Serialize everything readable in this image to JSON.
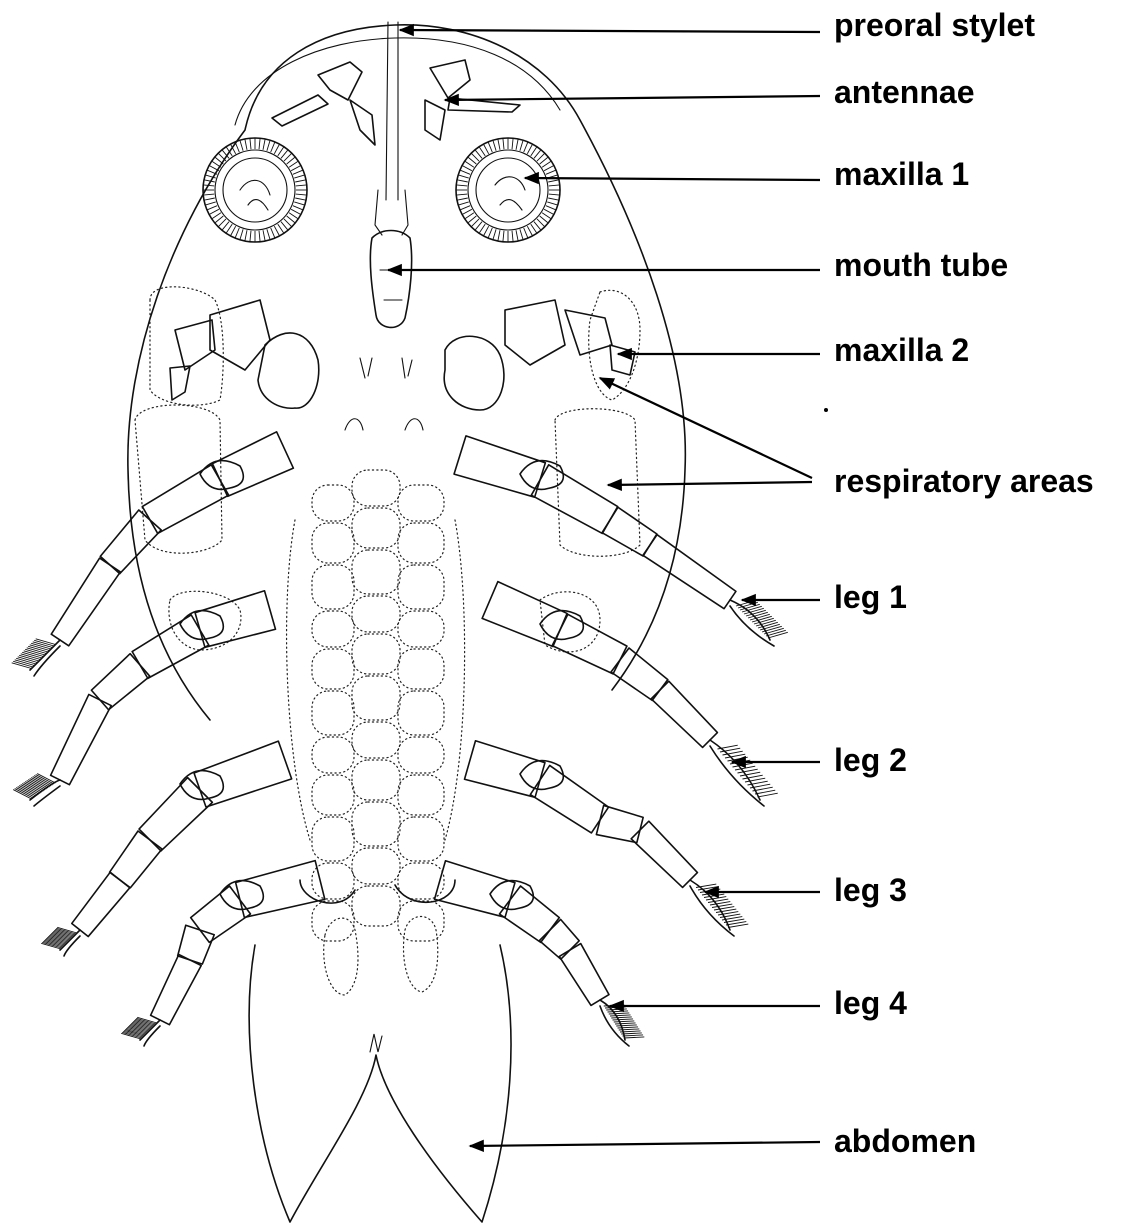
{
  "diagram": {
    "labels": [
      {
        "key": "preoral_stylet",
        "text": "preoral stylet"
      },
      {
        "key": "antennae",
        "text": "antennae"
      },
      {
        "key": "maxilla_1",
        "text": "maxilla 1"
      },
      {
        "key": "mouth_tube",
        "text": "mouth tube"
      },
      {
        "key": "maxilla_2",
        "text": "maxilla 2"
      },
      {
        "key": "respiratory_areas",
        "text": "respiratory areas"
      },
      {
        "key": "leg_1",
        "text": "leg 1"
      },
      {
        "key": "leg_2",
        "text": "leg 2"
      },
      {
        "key": "leg_3",
        "text": "leg 3"
      },
      {
        "key": "leg_4",
        "text": "leg 4"
      },
      {
        "key": "abdomen",
        "text": "abdomen"
      }
    ],
    "colors": {
      "line": "#111111",
      "background": "#ffffff"
    }
  }
}
